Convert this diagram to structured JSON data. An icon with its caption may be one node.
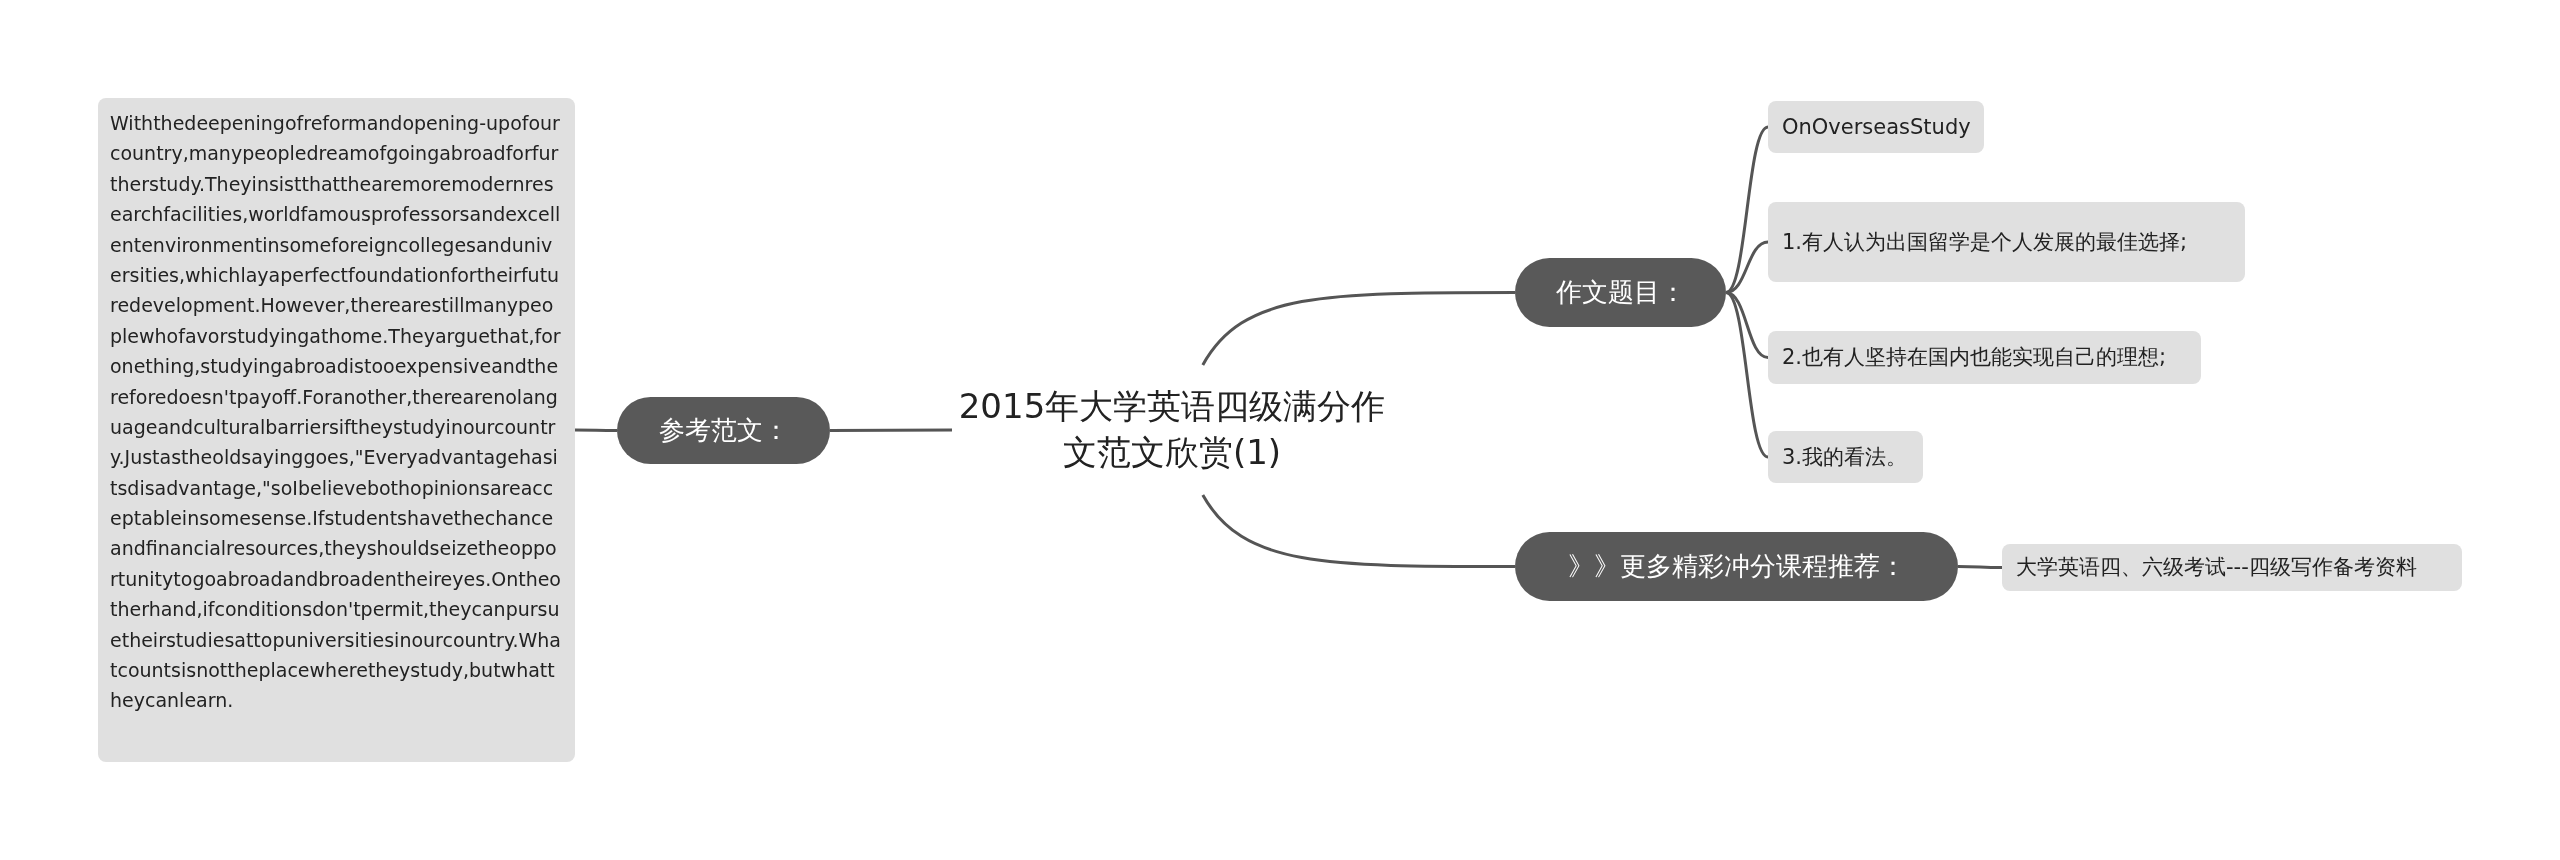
{
  "diagram": {
    "nodes": [
      {
        "text": [
          "2015年大学英语四级满分作文范文欣赏(1)"
        ]
      },
      {
        "text": [
          "作文题目："
        ]
      },
      {
        "text": [
          "OnOverseasStudy"
        ]
      },
      {
        "text": [
          "1.有人认为出国留学是个人发展的最佳选择;"
        ]
      },
      {
        "text": [
          "2.也有人坚持在国内也能实现自己的理想;"
        ]
      },
      {
        "text": [
          "3.我的看法。"
        ]
      },
      {
        "text": [
          "》》更多精彩冲分课程推荐："
        ]
      },
      {
        "text": [
          "大学英语四、六级考试---四级写作备考资料"
        ]
      },
      {
        "text": [
          "参考范文："
        ]
      },
      {
        "text": [
          "Withthedeepeningofreformandopening-upofourcountry,manypeopledreamofgoingabroadforfurtherstudy.Theyinsistthatthearemoremodernresearchfacilities,worldfamousprofessorsandexcellentenvironmentinsomeforeigncollegesanduniversities,whichlayaperfectfoundationfortheirfuturedevelopment.However,therearestillmanypeoplewhofavorstudyingathome.Theyarguethat,foronething,studyingabroadistooexpensiveandthereforedoesn'tpayoff.Foranother,therearenolanguageandculturalbarriersiftheystudyinourcountry.Justastheoldsayinggoes,\"Everyadvantagehasitsdisadvantage,\"soIbelievebothopinionsareacceptableinsomesense.Ifstudentshavethechanceandfinancialresources,theyshouldseizetheopportunitytogoabroadandbroadentheireyes.Ontheotherhand,ifconditionsdon'tpermit,theycanpursuetheirstudiesattopuniversitiesinourcountry.Whatcountsisnottheplacewheretheystudy,butwhattheycanlearn."
        ]
      }
    ],
    "edges": [
      {
        "from": 0,
        "to": 1,
        "arrow": "none"
      },
      {
        "from": 1,
        "to": 2,
        "arrow": "none"
      },
      {
        "from": 1,
        "to": 3,
        "arrow": "none"
      },
      {
        "from": 1,
        "to": 4,
        "arrow": "none"
      },
      {
        "from": 1,
        "to": 5,
        "arrow": "none"
      },
      {
        "from": 0,
        "to": 6,
        "arrow": "none"
      },
      {
        "from": 6,
        "to": 7,
        "arrow": "none"
      },
      {
        "from": 0,
        "to": 8,
        "arrow": "none"
      },
      {
        "from": 8,
        "to": 9,
        "arrow": "none"
      }
    ]
  }
}
